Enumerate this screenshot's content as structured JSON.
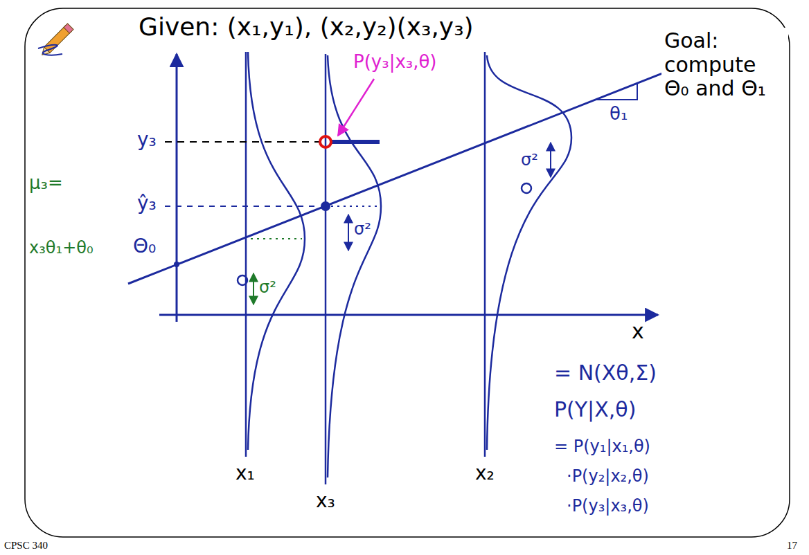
{
  "diagram": {
    "labels": [
      "Given: (x₁,y₁), (x₂,y₂)(x₃,y₃)",
      "P(y₃|x₃,θ)",
      "Goal: compute Θ₀ and Θ₁",
      "y₃",
      "ŷ₃",
      "μ₃=",
      "x₃θ₁+θ₀",
      "Θ₀",
      "σ²",
      "σ²",
      "θ₁",
      "σ²",
      "x",
      "= N(Xθ,Σ)",
      "P(Y|X,θ)",
      "= P(y₁|x₁,θ)",
      "·P(y₂|x₂,θ)",
      "·P(y₃|x₃,θ)",
      "x₁",
      "x₃",
      "x₂",
      "CPSC 340",
      "17"
    ]
  }
}
